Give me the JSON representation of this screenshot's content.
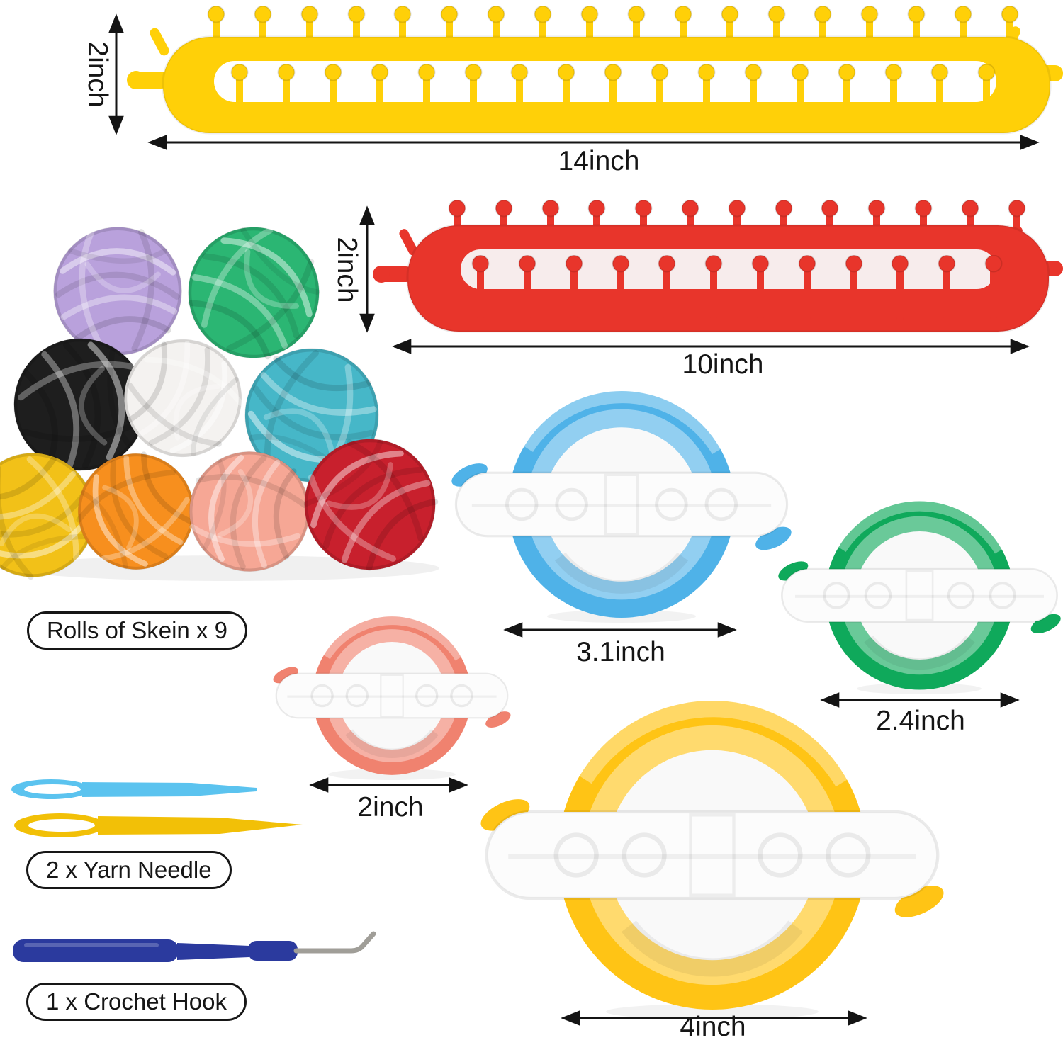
{
  "labels": {
    "skeins": "Rolls of Skein x 9",
    "needles": "2 x Yarn Needle",
    "hook": "1 x Crochet Hook"
  },
  "dimensions": {
    "yellow_loom_height": "2inch",
    "yellow_loom_length": "14inch",
    "red_loom_height": "2inch",
    "red_loom_length": "10inch",
    "blue_pom_diameter": "3.1inch",
    "green_pom_diameter": "2.4inch",
    "pink_pom_diameter": "2inch",
    "yellow_pom_diameter": "4inch"
  },
  "icons": {
    "dimension_arrow": "double-headed-arrow"
  },
  "colors": {
    "arrow": "#141414",
    "loom_yellow": "#FFD008",
    "loom_red": "#E8352B",
    "loom_red_hole": "#F7ECEC",
    "pom_blue": "#4FB2E8",
    "pom_green": "#0FA95B",
    "pom_pink": "#F0826F",
    "pom_yellow": "#FFC415",
    "needle_blue": "#5BC3EF",
    "needle_yellow": "#F2C007",
    "hook_navy": "#2B3A9E",
    "hook_metal": "#A09E98",
    "yarn": [
      "#B9A1DC",
      "#2BB673",
      "#1E1E1E",
      "#F4F2F0",
      "#46B7C8",
      "#F2C118",
      "#F78F1E",
      "#F6A795",
      "#C8202D"
    ]
  }
}
